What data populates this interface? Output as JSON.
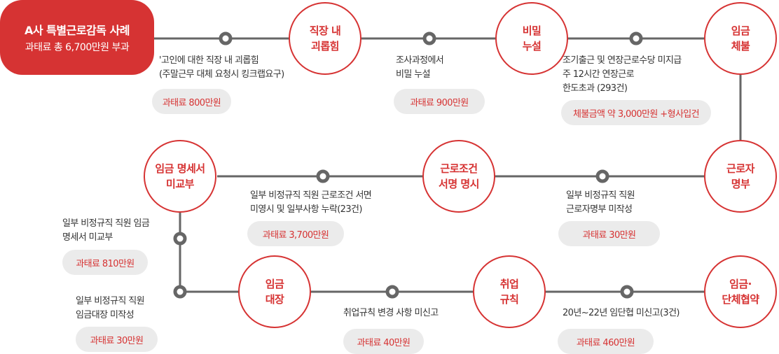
{
  "title": {
    "line1": "A사 특별근로감독 사례",
    "line2": "과태료 총 6,700만원 부과"
  },
  "colors": {
    "accent": "#d63333",
    "line": "#666666",
    "pill": "#ebebeb"
  },
  "items": [
    {
      "label": "직장 내\n괴롭힘",
      "desc": "'고인에 대한 직장 내 괴롭힘\n(주말근무 대체 요청시 킹크랩요구)",
      "fine": "과태료 800만원"
    },
    {
      "label": "비밀\n누설",
      "desc": "조사과정에서\n비밀 누설",
      "fine": "과태료 900만원"
    },
    {
      "label": "임금\n체불",
      "desc": "조기출근 및 연장근로수당 미지급\n주 12시간 연장근로\n한도초과 (293건)",
      "fine": "체불금액 약 3,000만원 +형사입건"
    },
    {
      "label": "근로자\n명부",
      "desc": "일부 비정규직 직원\n근로자명부 미작성",
      "fine": "과태료 30만원"
    },
    {
      "label": "근로조건\n서명 명시",
      "desc": "일부 비정규직 직원 근로조건 서면\n미영시 및 일부사항 누락(23건)",
      "fine": "과태료 3,700만원"
    },
    {
      "label": "임금 명세서\n미교부",
      "desc": "일부 비정규직 직원 임금\n명세서 미교부",
      "fine": "과태료 810만원"
    },
    {
      "label": "임금\n대장",
      "desc": "일부 비정규직 직원\n임금대장 미작성",
      "fine": "과태료 30만원"
    },
    {
      "label": "취업\n규칙",
      "desc": "취업규칙 변경 사항 미신고",
      "fine": "과태료 40만원"
    },
    {
      "label": "임금·\n단체협약",
      "desc": "20년~22년 임단협 미신고(3건)",
      "fine": "과태료 460만원"
    }
  ]
}
